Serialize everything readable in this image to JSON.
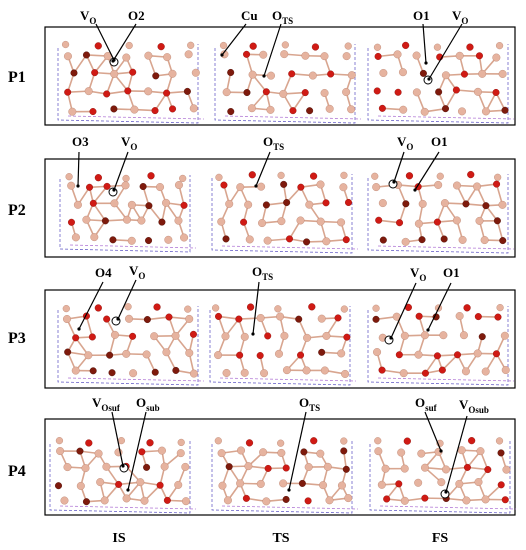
{
  "rows": [
    {
      "label": "P1",
      "annotations": [
        {
          "main": "V",
          "sub": "O"
        },
        {
          "main": "O2",
          "sub": ""
        },
        {
          "main": "Cu",
          "sub": ""
        },
        {
          "main": "O",
          "sub": "TS"
        },
        {
          "main": "O1",
          "sub": ""
        },
        {
          "main": "V",
          "sub": "O"
        }
      ]
    },
    {
      "label": "P2",
      "annotations": [
        {
          "main": "O3",
          "sub": ""
        },
        {
          "main": "V",
          "sub": "O"
        },
        {
          "main": "O",
          "sub": "TS"
        },
        {
          "main": "V",
          "sub": "O"
        },
        {
          "main": "O1",
          "sub": ""
        }
      ]
    },
    {
      "label": "P3",
      "annotations": [
        {
          "main": "O4",
          "sub": ""
        },
        {
          "main": "V",
          "sub": "O"
        },
        {
          "main": "O",
          "sub": "TS"
        },
        {
          "main": "V",
          "sub": "O"
        },
        {
          "main": "O1",
          "sub": ""
        }
      ]
    },
    {
      "label": "P4",
      "annotations": [
        {
          "main": "V",
          "sub": "Osuf"
        },
        {
          "main": "O",
          "sub": "sub"
        },
        {
          "main": "O",
          "sub": "TS"
        },
        {
          "main": "O",
          "sub": "suf"
        },
        {
          "main": "V",
          "sub": "Osub"
        }
      ]
    }
  ],
  "columns": [
    "IS",
    "TS",
    "FS"
  ],
  "colors": {
    "oxygen": "#d01a14",
    "oxygen_dark": "#7e1a0c",
    "copper": "#e6b39f",
    "bond": "#d8a58f",
    "cell": "#6b63c9"
  }
}
